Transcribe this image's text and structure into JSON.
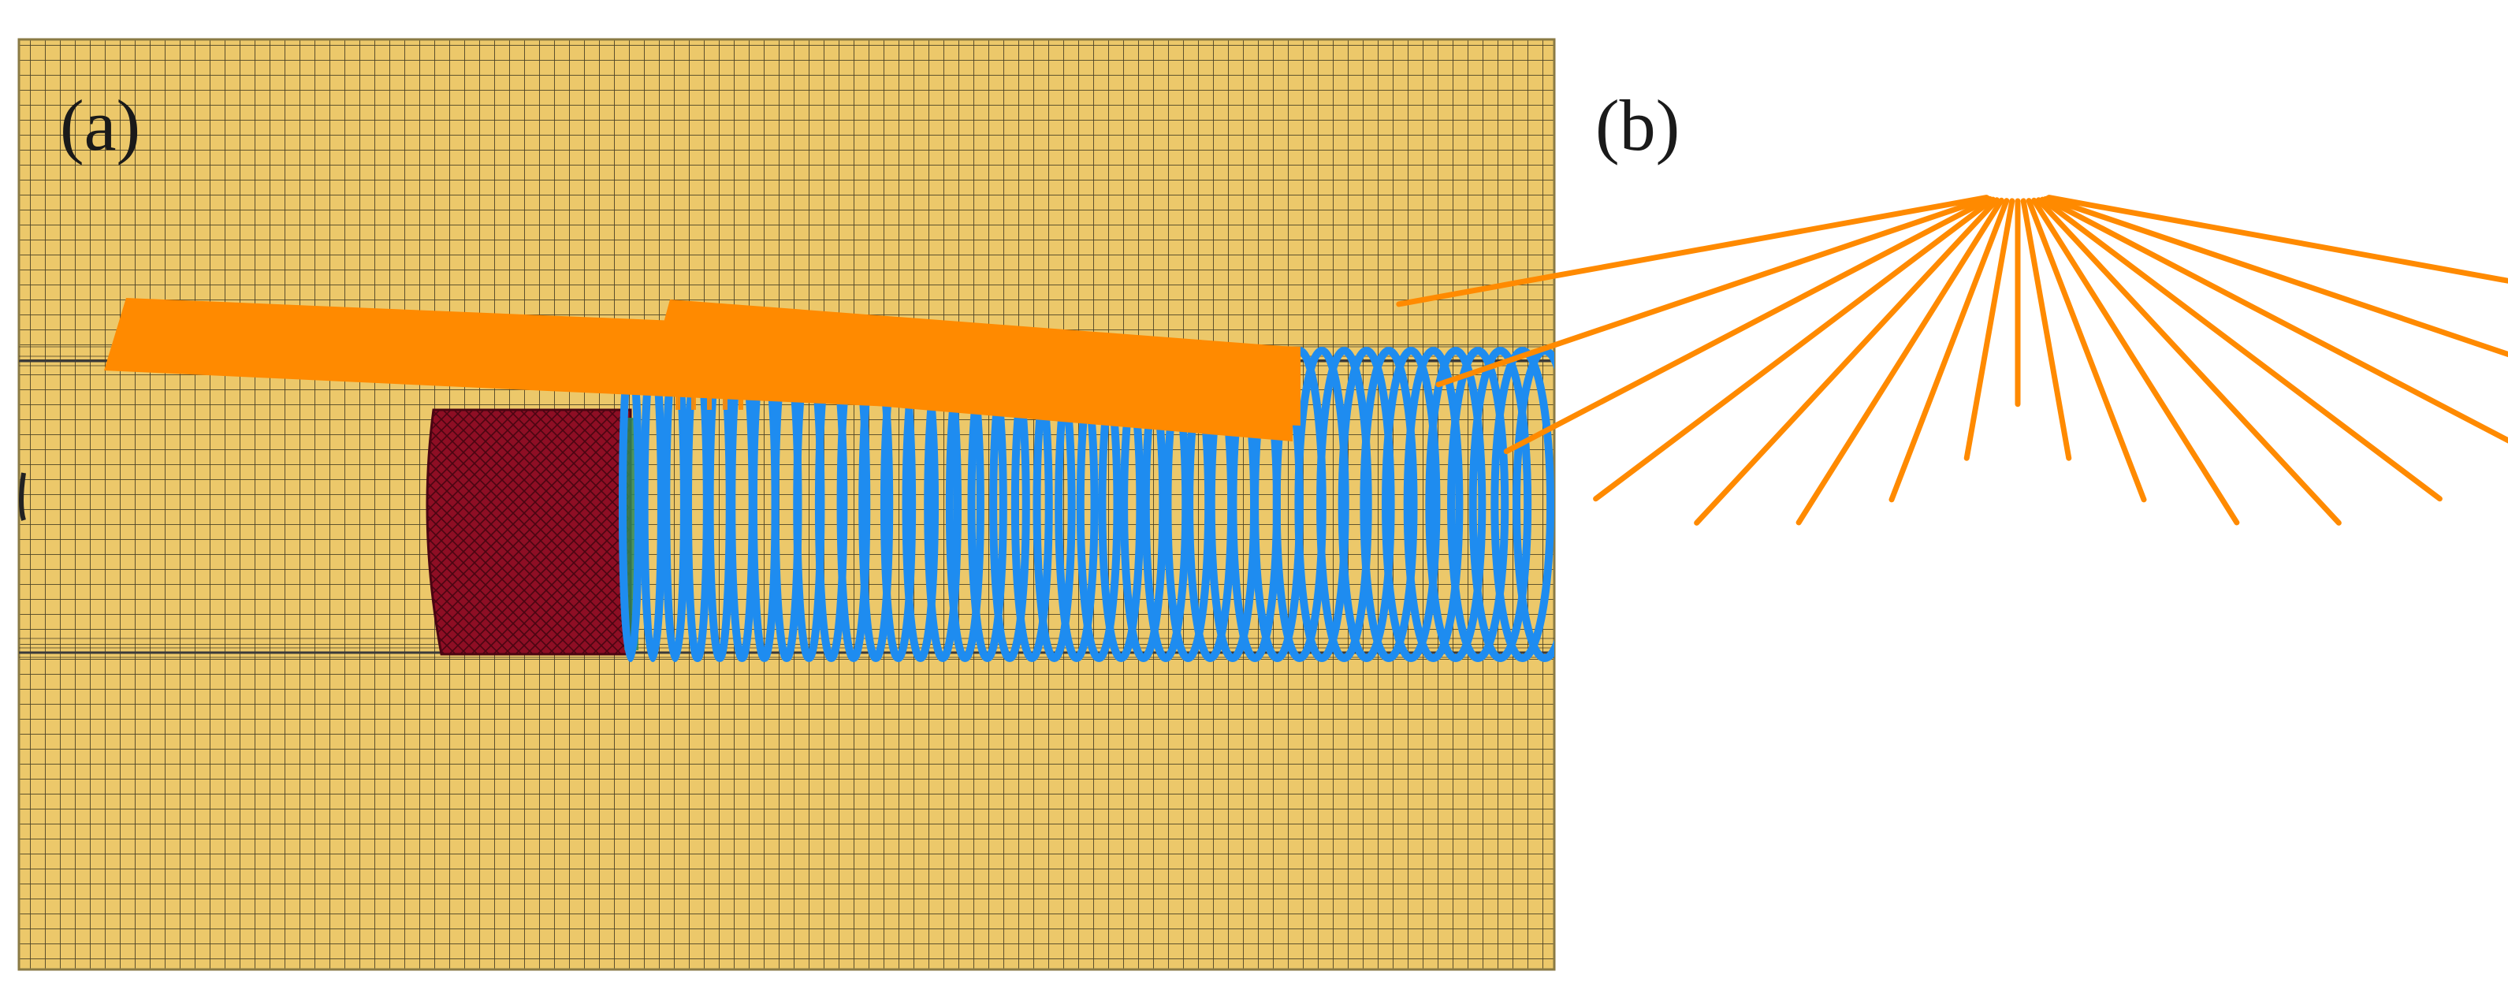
{
  "panels": {
    "a": {
      "label": "(a)"
    },
    "b": {
      "label": "(b)"
    }
  },
  "colors": {
    "soil_mesh_fill": "#ecc86a",
    "soil_mesh_line": "#4d4326",
    "tunnel_line": "#3a3a3a",
    "tunnel_edge": "#6b6b6b",
    "segment_ring": "#8e0e24",
    "segment_ring_line": "#4a0512",
    "ring_green": "#2f8a5a",
    "pipe_roof": "#ff8a00",
    "steel_arch": "#1e8cf0",
    "background": "#ffffff"
  },
  "model": {
    "steel_arch_count": 42,
    "pipe_roof_count_section": 17
  }
}
